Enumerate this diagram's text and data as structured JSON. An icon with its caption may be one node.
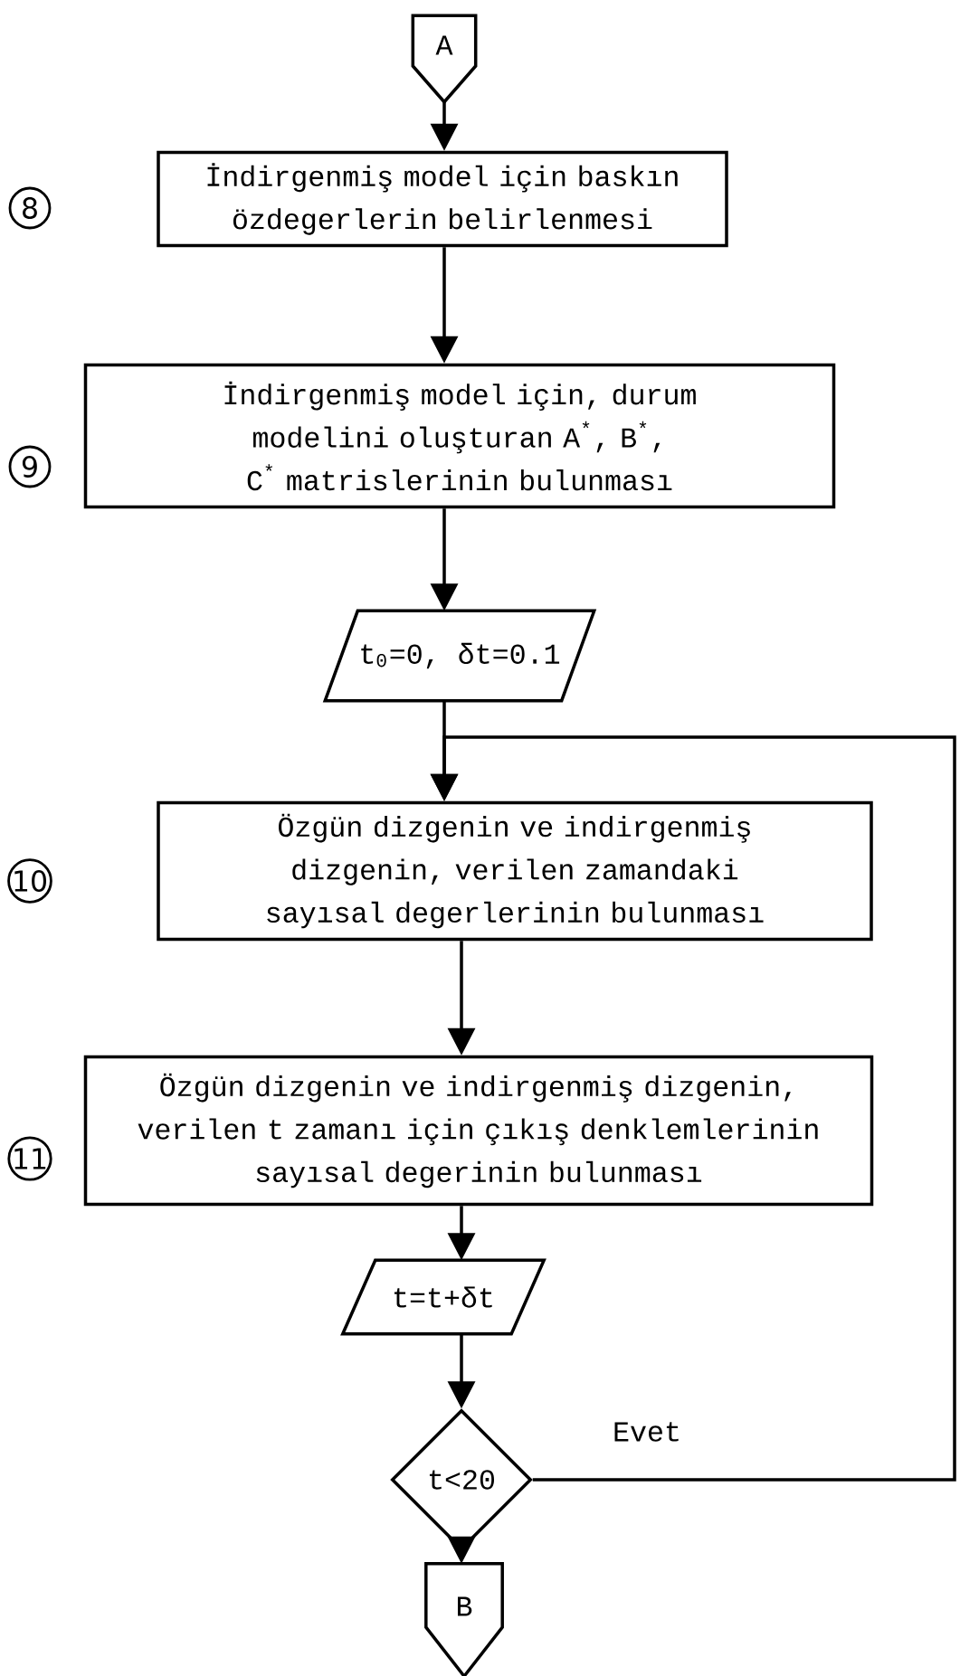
{
  "diagram": {
    "nodes": [
      {
        "text": [
          "A"
        ]
      },
      {
        "text": [
          "İndirgenmiş model için baskın özdegerlerin belirlenmesi"
        ]
      },
      {
        "text": [
          "İndirgenmiş model için, durum modelini oluşturan A$^{*}$, B$^{*}$, C$^{*}$ matrislerinin bulunması"
        ]
      },
      {
        "text": [
          "t$_{0}$=0, δt=0.1"
        ]
      },
      {
        "text": [
          "Özgün dizgenin ve indirgenmiş dizgenin, verilen zamandaki sayısal degerlerinin bulunması"
        ]
      },
      {
        "text": [
          "Özgün dizgenin ve indirgenmiş dizgenin, verilen t zamanı için çıkış denklemlerinin sayısal degerinin bulunması"
        ]
      },
      {
        "text": [
          "t=t+δt"
        ]
      },
      {
        "text": [
          "t<20"
        ]
      },
      {
        "text": [
          "B"
        ]
      }
    ],
    "edges": [
      {
        "from": 0,
        "to": 1,
        "arrow": "to"
      },
      {
        "from": 1,
        "to": 2,
        "arrow": "to"
      },
      {
        "from": 2,
        "to": 3,
        "arrow": "to"
      },
      {
        "from": 3,
        "to": 4,
        "arrow": "to"
      },
      {
        "from": 4,
        "to": 5,
        "arrow": "to"
      },
      {
        "from": 5,
        "to": 6,
        "arrow": "to"
      },
      {
        "from": 6,
        "to": 7,
        "arrow": "to"
      },
      {
        "from": 7,
        "to": 8,
        "arrow": "to"
      },
      {
        "from": 7,
        "to": 4,
        "arrow": "to",
        "label": "Evet"
      }
    ],
    "labels": [
      "8",
      "9",
      "10",
      "11"
    ]
  }
}
